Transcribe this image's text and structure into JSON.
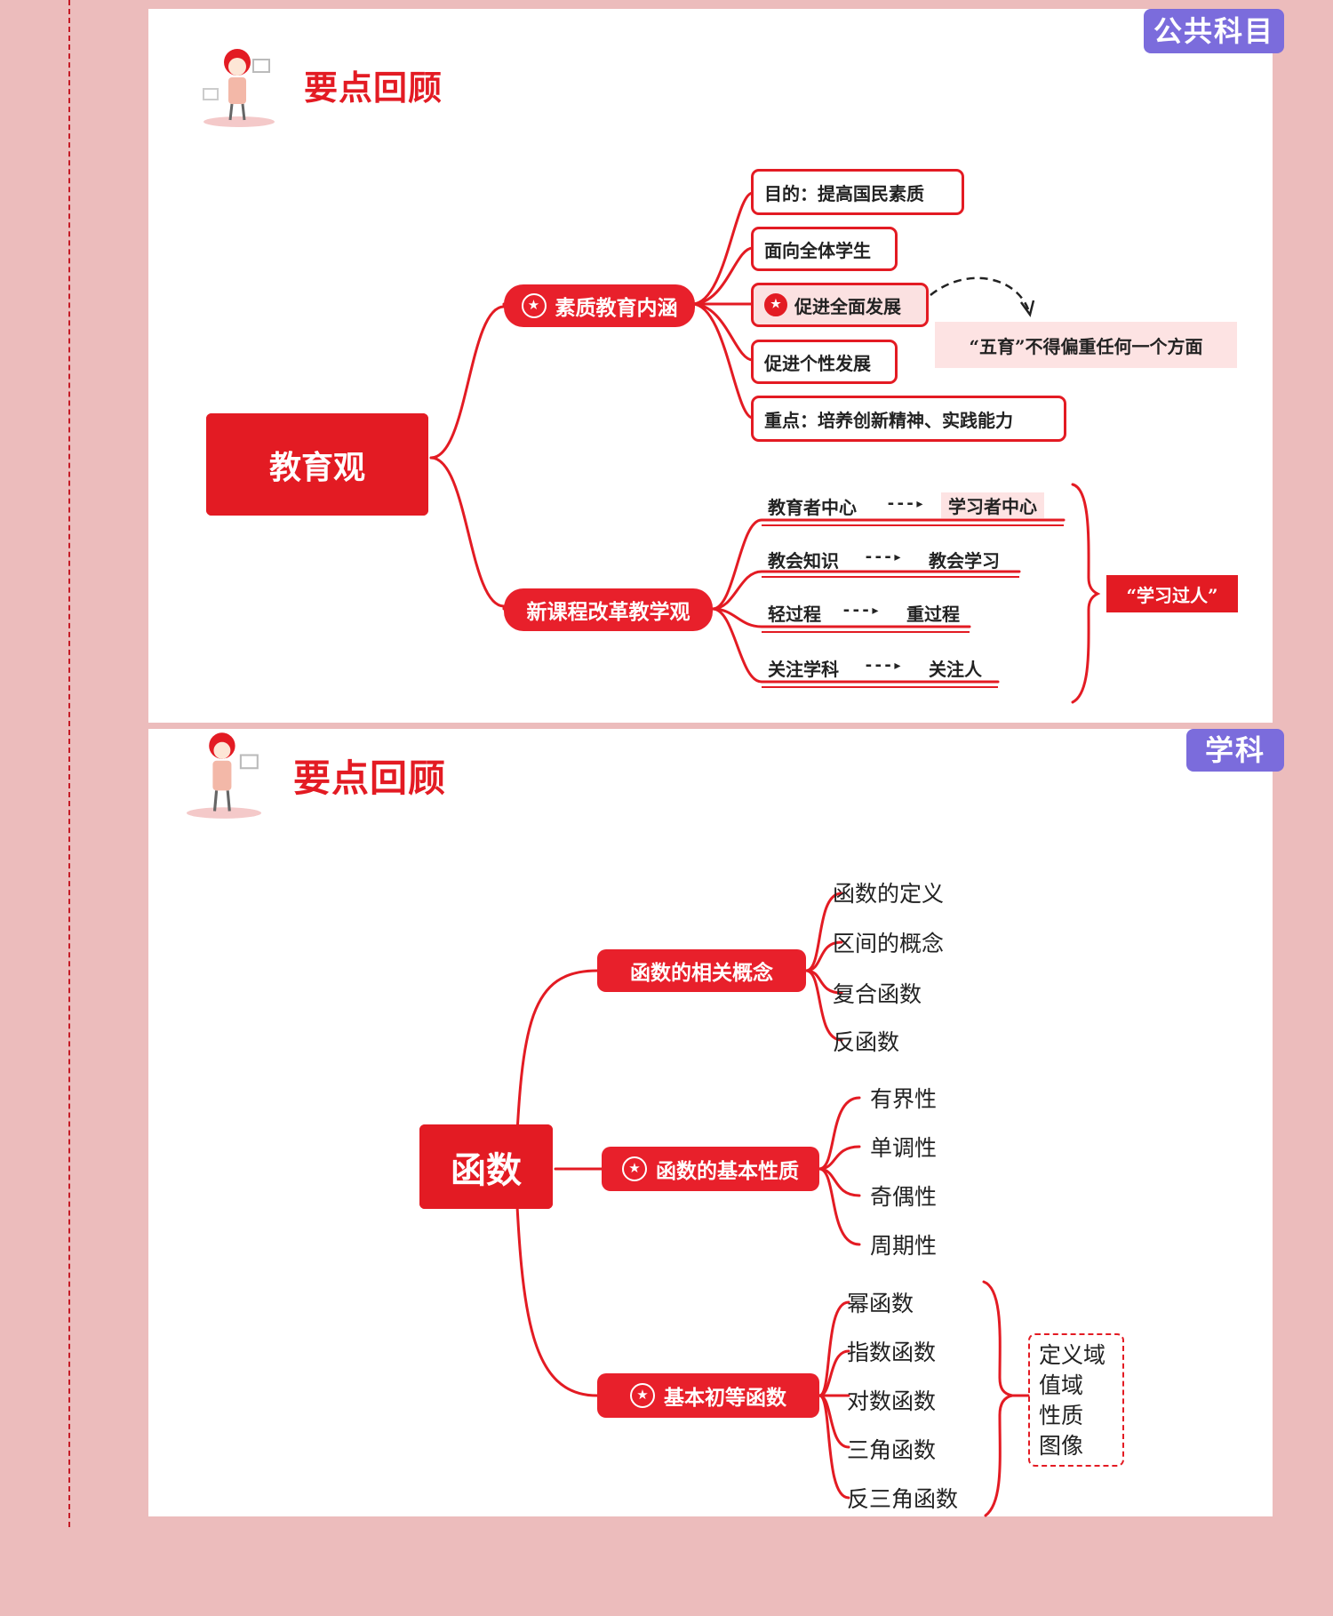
{
  "colors": {
    "page_bg": "#ecbcbc",
    "accent": "#e31b23",
    "tag": "#7b6cdc",
    "highlight": "#fde3e3"
  },
  "panel1": {
    "tag": "公共科目",
    "section_title": "要点回顾",
    "root": "教育观",
    "branch_quality": {
      "label": "素质教育内涵",
      "items": [
        "目的：提高国民素质",
        "面向全体学生",
        "促进全面发展",
        "促进个性发展",
        "重点：培养创新精神、实践能力"
      ],
      "note": "“五育”不得偏重任何一个方面"
    },
    "branch_reform": {
      "label": "新课程改革教学观",
      "rows": [
        {
          "from": "教育者中心",
          "to": "学习者中心"
        },
        {
          "from": "教会知识",
          "to": "教会学习"
        },
        {
          "from": "轻过程",
          "to": "重过程"
        },
        {
          "from": "关注学科",
          "to": "关注人"
        }
      ],
      "arrow": "---▸",
      "summary": "“学习过人”"
    }
  },
  "panel2": {
    "tag": "学科",
    "section_title": "要点回顾",
    "root": "函数",
    "branches": [
      {
        "label": "函数的相关概念",
        "items": [
          "函数的定义",
          "区间的概念",
          "复合函数",
          "反函数"
        ]
      },
      {
        "label": "函数的基本性质",
        "items": [
          "有界性",
          "单调性",
          "奇偶性",
          "周期性"
        ]
      },
      {
        "label": "基本初等函数",
        "items": [
          "幂函数",
          "指数函数",
          "对数函数",
          "三角函数",
          "反三角函数"
        ]
      }
    ],
    "aspects": [
      "定义域",
      "值域",
      "性质",
      "图像"
    ]
  }
}
